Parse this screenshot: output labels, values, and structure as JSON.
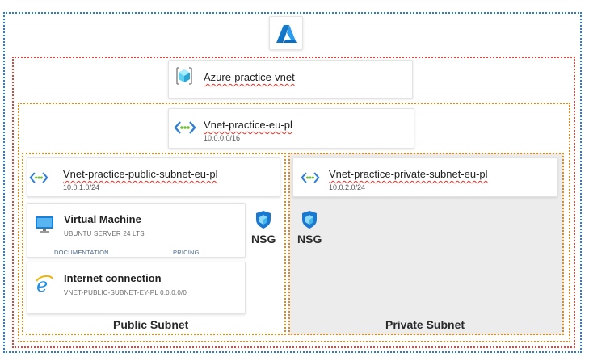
{
  "vnet_resource": {
    "name": "Azure-practice-vnet"
  },
  "vnet": {
    "name": "Vnet-practice-eu-pl",
    "cidr": "10.0.0.0/16"
  },
  "public_subnet": {
    "name": "Vnet-practice-public-subnet-eu-pl",
    "cidr": "10.0.1.0/24",
    "label": "Public Subnet",
    "nsg": "NSG",
    "vm": {
      "title": "Virtual Machine",
      "subtitle": "UBUNTU SERVER 24 LTS",
      "link_docs": "DOCUMENTATION",
      "link_pricing": "PRICING"
    },
    "internet": {
      "title": "Internet connection",
      "subtitle": "VNET-PUBLIC-SUBNET-EY-PL 0.0.0.0/0"
    }
  },
  "private_subnet": {
    "name": "Vnet-practice-private-subnet-eu-pl",
    "cidr": "10.0.2.0/24",
    "label": "Private Subnet",
    "nsg": "NSG"
  },
  "icons": {
    "logo": "azure-logo-icon",
    "vnet_resource": "virtual-network-cube-icon",
    "vnet": "vnet-arrows-icon",
    "nsg": "shield-icon",
    "vm": "monitor-icon",
    "internet": "internet-explorer-icon"
  },
  "colors": {
    "outer_border": "#2b7bd6",
    "vnet_border": "#e0453a",
    "region_border": "#e08a1e",
    "private_fill": "#ececec",
    "azure_blue": "#0078d4"
  }
}
